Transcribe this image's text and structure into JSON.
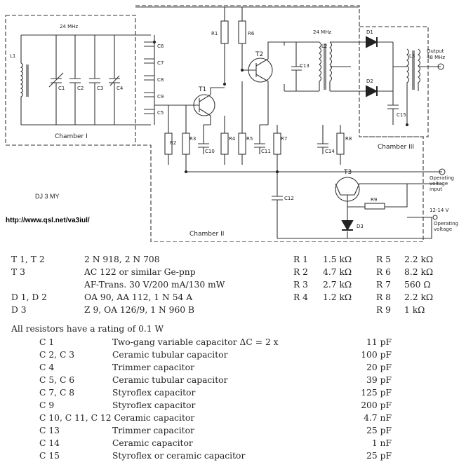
{
  "schematic": {
    "chamber1": "Chamber I",
    "chamber2": "Chamber II",
    "chamber3": "Chamber III",
    "freq1": "24 MHz",
    "freq2": "24 MHz",
    "output": [
      "Output",
      "48 MHz"
    ],
    "opinput": [
      "Operating",
      "voltage",
      "input"
    ],
    "opvolt": [
      "12-14 V",
      "Operating",
      "voltage"
    ],
    "callsign": "DJ 3 MY",
    "url": "http://www.qsl.net/va3iul/",
    "labels": {
      "L1": "L1",
      "C1": "C1",
      "C2": "C2",
      "C3": "C3",
      "C4": "C4",
      "C5": "C5",
      "C6": "C6",
      "C7": "C7",
      "C8": "C8",
      "C9": "C9",
      "R1": "R1",
      "R2": "R2",
      "R3": "R3",
      "R4": "R4",
      "R5": "R5",
      "R6": "R6",
      "R7": "R7",
      "R8": "R8",
      "R9": "R9",
      "T1": "T1",
      "T2": "T2",
      "T3": "T3",
      "C10": "C10",
      "C11": "C11",
      "C12": "C12",
      "C13": "C13",
      "C14": "C14",
      "C15": "C15",
      "L2": "L2",
      "L3": "L3",
      "D1": "D1",
      "D2": "D2",
      "D3": "D3"
    }
  },
  "semis": [
    {
      "ref": "T 1,  T 2",
      "val": "2 N 918,  2 N 708"
    },
    {
      "ref": "T 3",
      "val": "AC 122 or similar Ge-pnp"
    },
    {
      "ref": "",
      "val": "AF-Trans. 30 V/200 mA/130 mW"
    },
    {
      "ref": "D 1,  D 2",
      "val": "OA 90,  AA 112,  1 N 54 A"
    },
    {
      "ref": "D 3",
      "val": "Z 9,  OA 126/9,  1 N 960 B"
    }
  ],
  "resistors_left": [
    {
      "ref": "R 1",
      "val": "1.5 kΩ"
    },
    {
      "ref": "R 2",
      "val": "4.7 kΩ"
    },
    {
      "ref": "R 3",
      "val": "2.7 kΩ"
    },
    {
      "ref": "R 4",
      "val": "1.2 kΩ"
    }
  ],
  "resistors_right": [
    {
      "ref": "R 5",
      "val": "2.2 kΩ"
    },
    {
      "ref": "R 6",
      "val": "8.2 kΩ"
    },
    {
      "ref": "R 7",
      "val": "560 Ω"
    },
    {
      "ref": "R 8",
      "val": "2.2 kΩ"
    },
    {
      "ref": "R 9",
      "val": "1 kΩ"
    }
  ],
  "resistor_note": "All resistors have a rating of 0.1 W",
  "capacitors": [
    {
      "ref": "C 1",
      "desc": "Two-gang variable capacitor ΔC = 2 x",
      "val": "11 pF"
    },
    {
      "ref": "C 2,  C 3",
      "desc": "Ceramic tubular capacitor",
      "val": "100 pF"
    },
    {
      "ref": "C 4",
      "desc": "Trimmer capacitor",
      "val": "20 pF"
    },
    {
      "ref": "C 5,  C 6",
      "desc": "Ceramic tubular capacitor",
      "val": "39 pF"
    },
    {
      "ref": "C 7,  C 8",
      "desc": "Styroflex capacitor",
      "val": "125 pF"
    },
    {
      "ref": "C 9",
      "desc": "Styroflex capacitor",
      "val": "200 pF"
    },
    {
      "ref": "C 10, C 11,  C 12  Ceramic capacitor",
      "desc": "",
      "val": "4.7 nF"
    },
    {
      "ref": "C 13",
      "desc": "Trimmer capacitor",
      "val": "25 pF"
    },
    {
      "ref": "C 14",
      "desc": "Ceramic capacitor",
      "val": "1 nF"
    },
    {
      "ref": "C 15",
      "desc": "Styroflex or ceramic capacitor",
      "val": "25 pF"
    }
  ]
}
